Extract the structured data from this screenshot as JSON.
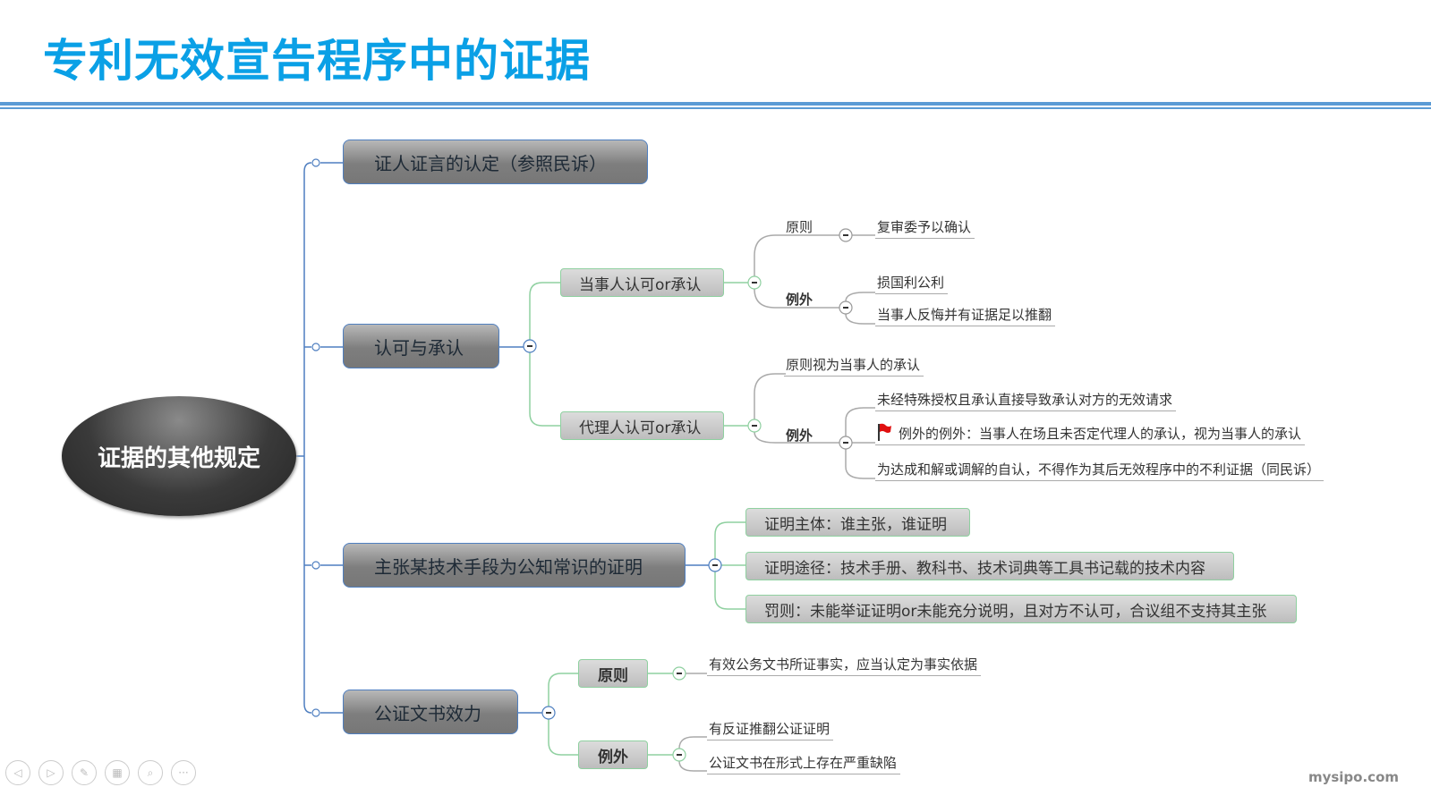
{
  "title": "专利无效宣告程序中的证据",
  "root": "证据的其他规定",
  "branches": [
    {
      "label": "证人证言的认定（参照民诉）"
    },
    {
      "label": "认可与承认",
      "children": [
        {
          "label": "当事人认可or承认",
          "principle_label": "原则",
          "principle": "复审委予以确认",
          "exception_label": "例外",
          "exceptions": [
            "损国利公利",
            "当事人反悔并有证据足以推翻"
          ]
        },
        {
          "label": "代理人认可or承认",
          "principle": "原则视为当事人的承认",
          "exception_label": "例外",
          "exceptions": [
            "未经特殊授权且承认直接导致承认对方的无效请求",
            "例外的例外：当事人在场且未否定代理人的承认，视为当事人的承认",
            "为达成和解或调解的自认，不得作为其后无效程序中的不利证据（同民诉）"
          ]
        }
      ]
    },
    {
      "label": "主张某技术手段为公知常识的证明",
      "children": [
        "证明主体：谁主张，谁证明",
        "证明途径：技术手册、教科书、技术词典等工具书记载的技术内容",
        "罚则：未能举证证明or未能充分说明，且对方不认可，合议组不支持其主张"
      ]
    },
    {
      "label": "公证文书效力",
      "children": [
        {
          "label": "原则",
          "items": [
            "有效公务文书所证事实，应当认定为事实依据"
          ]
        },
        {
          "label": "例外",
          "items": [
            "有反证推翻公证证明",
            "公证文书在形式上存在严重缺陷"
          ]
        }
      ]
    }
  ],
  "nav_icons": [
    "prev-icon",
    "next-icon",
    "pen-icon",
    "slides-icon",
    "zoom-icon",
    "more-icon"
  ],
  "nav_glyphs": [
    "◁",
    "▷",
    "✎",
    "▦",
    "⌕",
    "···"
  ],
  "watermark": "mysipo.com",
  "colors": {
    "title": "#0aa0e6",
    "rule": "#5b9bd5",
    "trunk": "#4f7fc0",
    "branch": "#8fd0a0"
  }
}
